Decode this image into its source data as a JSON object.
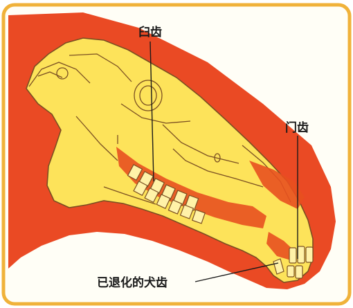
{
  "diagram": {
    "labels": {
      "molar": "臼齿",
      "incisor": "门齿",
      "canine": "已退化的犬齿"
    },
    "colors": {
      "frame": "#f0b23a",
      "background": "#fffef6",
      "head": "#ea4a24",
      "skull": "#fde35a",
      "outline": "#7a4f22",
      "gum": "#e8501f",
      "tooth": "#fff2a8"
    }
  }
}
